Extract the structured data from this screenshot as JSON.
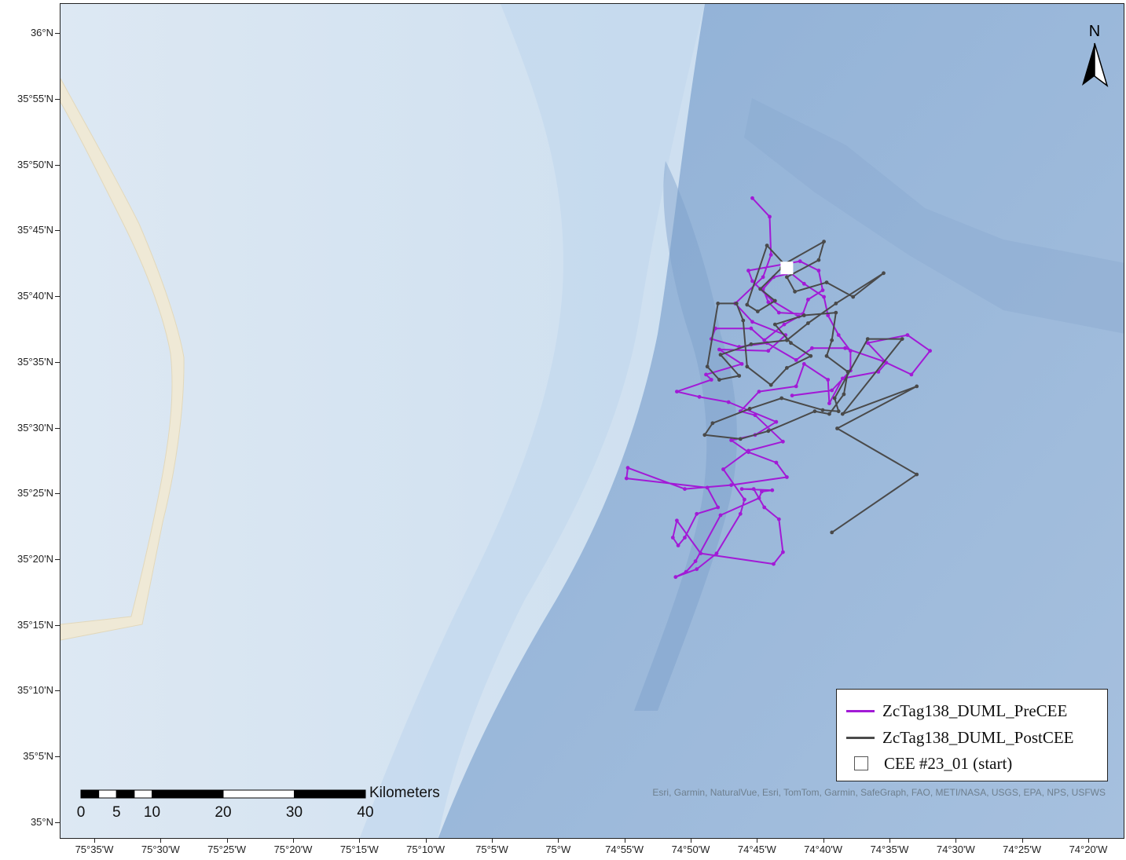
{
  "map": {
    "latitude_labels": [
      {
        "text": "36°N",
        "lat": 36.0
      },
      {
        "text": "35°55'N",
        "lat": 35.9167
      },
      {
        "text": "35°50'N",
        "lat": 35.8333
      },
      {
        "text": "35°45'N",
        "lat": 35.75
      },
      {
        "text": "35°40'N",
        "lat": 35.6667
      },
      {
        "text": "35°35'N",
        "lat": 35.5833
      },
      {
        "text": "35°30'N",
        "lat": 35.5
      },
      {
        "text": "35°25'N",
        "lat": 35.4167
      },
      {
        "text": "35°20'N",
        "lat": 35.3333
      },
      {
        "text": "35°15'N",
        "lat": 35.25
      },
      {
        "text": "35°10'N",
        "lat": 35.1667
      },
      {
        "text": "35°5'N",
        "lat": 35.0833
      },
      {
        "text": "35°N",
        "lat": 35.0
      }
    ],
    "longitude_labels": [
      {
        "text": "75°35'W",
        "lon": -75.5833
      },
      {
        "text": "75°30'W",
        "lon": -75.5
      },
      {
        "text": "75°25'W",
        "lon": -75.4167
      },
      {
        "text": "75°20'W",
        "lon": -75.3333
      },
      {
        "text": "75°15'W",
        "lon": -75.25
      },
      {
        "text": "75°10'W",
        "lon": -75.1667
      },
      {
        "text": "75°5'W",
        "lon": -75.0833
      },
      {
        "text": "75°W",
        "lon": -75.0
      },
      {
        "text": "74°55'W",
        "lon": -74.9167
      },
      {
        "text": "74°50'W",
        "lon": -74.8333
      },
      {
        "text": "74°45'W",
        "lon": -74.75
      },
      {
        "text": "74°40'W",
        "lon": -74.6667
      },
      {
        "text": "74°35'W",
        "lon": -74.5833
      },
      {
        "text": "74°30'W",
        "lon": -74.5
      },
      {
        "text": "74°25'W",
        "lon": -74.4167
      },
      {
        "text": "74°20'W",
        "lon": -74.3333
      }
    ],
    "north_arrow_label": "N",
    "colors": {
      "land": "#efe9d6",
      "shallow_water": "#dbe7f2",
      "shelf_water": "#c4d9ee",
      "slope_water": "#9fbcdc",
      "deep_water": "#8eaed3",
      "pre_cee_track": "#a21ad6",
      "post_cee_track": "#4a4a4a"
    },
    "tracks": {
      "pre_cee": [
        [
          -74.7567,
          35.7917
        ],
        [
          -74.735,
          35.7683
        ],
        [
          -74.7333,
          35.72
        ],
        [
          -74.7433,
          35.6917
        ],
        [
          -74.7783,
          35.6583
        ],
        [
          -74.7567,
          35.635
        ],
        [
          -74.715,
          35.6183
        ],
        [
          -74.7367,
          35.5983
        ],
        [
          -74.7983,
          35.6
        ],
        [
          -74.77,
          35.5817
        ],
        [
          -74.815,
          35.5683
        ],
        [
          -74.8083,
          35.5617
        ],
        [
          -74.8517,
          35.5467
        ],
        [
          -74.8233,
          35.54
        ],
        [
          -74.7867,
          35.5333
        ],
        [
          -74.7267,
          35.5083
        ],
        [
          -74.7533,
          35.4917
        ],
        [
          -74.7833,
          35.485
        ],
        [
          -74.7617,
          35.47
        ],
        [
          -74.7267,
          35.4567
        ],
        [
          -74.7133,
          35.4383
        ],
        [
          -74.7833,
          35.4283
        ],
        [
          -74.8417,
          35.4233
        ],
        [
          -74.9133,
          35.45
        ],
        [
          -74.915,
          35.4367
        ],
        [
          -74.8133,
          35.425
        ],
        [
          -74.8,
          35.4
        ],
        [
          -74.8267,
          35.3917
        ],
        [
          -74.8417,
          35.3617
        ],
        [
          -74.85,
          35.3517
        ],
        [
          -74.8567,
          35.3617
        ],
        [
          -74.8517,
          35.3833
        ],
        [
          -74.8217,
          35.3417
        ],
        [
          -74.73,
          35.3283
        ],
        [
          -74.7183,
          35.3433
        ],
        [
          -74.7233,
          35.385
        ],
        [
          -74.7417,
          35.4
        ],
        [
          -74.755,
          35.4233
        ],
        [
          -74.77,
          35.4233
        ],
        [
          -74.7317,
          35.4217
        ],
        [
          -74.745,
          35.42
        ],
        [
          -74.7483,
          35.4117
        ],
        [
          -74.7967,
          35.39
        ],
        [
          -74.8283,
          35.3317
        ],
        [
          -74.84,
          35.3183
        ],
        [
          -74.8533,
          35.3117
        ],
        [
          -74.8267,
          35.3217
        ],
        [
          -74.8017,
          35.3417
        ],
        [
          -74.7717,
          35.3917
        ],
        [
          -74.7667,
          35.41
        ],
        [
          -74.7933,
          35.4483
        ],
        [
          -74.7617,
          35.4717
        ],
        [
          -74.7183,
          35.4833
        ],
        [
          -74.7533,
          35.5167
        ],
        [
          -74.7717,
          35.5217
        ],
        [
          -74.7483,
          35.5467
        ],
        [
          -74.7017,
          35.5533
        ],
        [
          -74.6917,
          35.5817
        ],
        [
          -74.6617,
          35.5617
        ],
        [
          -74.66,
          35.5317
        ],
        [
          -74.6433,
          35.5633
        ],
        [
          -74.5983,
          35.5717
        ],
        [
          -74.5883,
          35.5833
        ],
        [
          -74.6117,
          35.6083
        ],
        [
          -74.5617,
          35.6183
        ],
        [
          -74.5333,
          35.5983
        ],
        [
          -74.5567,
          35.5683
        ],
        [
          -74.5917,
          35.585
        ],
        [
          -74.64,
          35.6017
        ],
        [
          -74.6817,
          35.6017
        ],
        [
          -74.7017,
          35.5867
        ],
        [
          -74.7383,
          35.6083
        ],
        [
          -74.7733,
          35.6033
        ],
        [
          -74.8083,
          35.6133
        ],
        [
          -74.8033,
          35.6267
        ],
        [
          -74.7583,
          35.6267
        ],
        [
          -74.7417,
          35.6117
        ],
        [
          -74.7167,
          35.6317
        ],
        [
          -74.6983,
          35.6417
        ],
        [
          -74.7317,
          35.6617
        ],
        [
          -74.7567,
          35.6867
        ],
        [
          -74.7617,
          35.7
        ],
        [
          -74.6967,
          35.7117
        ],
        [
          -74.6733,
          35.7
        ],
        [
          -74.6683,
          35.675
        ],
        [
          -74.6867,
          35.6633
        ],
        [
          -74.6933,
          35.645
        ],
        [
          -74.7233,
          35.6467
        ],
        [
          -74.7367,
          35.66
        ],
        [
          -74.7433,
          35.6767
        ],
        [
          -74.73,
          35.6917
        ],
        [
          -74.7083,
          35.6967
        ],
        [
          -74.6917,
          35.6833
        ],
        [
          -74.6667,
          35.6667
        ],
        [
          -74.6617,
          35.6433
        ],
        [
          -74.6483,
          35.6183
        ],
        [
          -74.6333,
          35.5983
        ],
        [
          -74.6333,
          35.5733
        ],
        [
          -74.6567,
          35.5483
        ],
        [
          -74.7067,
          35.5417
        ]
      ],
      "post_cee": [
        [
          -74.72,
          35.7033
        ],
        [
          -74.7467,
          35.6767
        ],
        [
          -74.7283,
          35.6617
        ],
        [
          -74.75,
          35.6483
        ],
        [
          -74.7633,
          35.6567
        ],
        [
          -74.7383,
          35.7317
        ],
        [
          -74.7167,
          35.7083
        ],
        [
          -74.6667,
          35.7367
        ],
        [
          -74.6733,
          35.7133
        ],
        [
          -74.7133,
          35.6917
        ],
        [
          -74.7033,
          35.6733
        ],
        [
          -74.6633,
          35.685
        ],
        [
          -74.63,
          35.6667
        ],
        [
          -74.5917,
          35.6967
        ],
        [
          -74.6517,
          35.6583
        ],
        [
          -74.6867,
          35.6333
        ],
        [
          -74.7133,
          35.6117
        ],
        [
          -74.7583,
          35.6067
        ],
        [
          -74.7967,
          35.5933
        ],
        [
          -74.7733,
          35.5667
        ],
        [
          -74.7983,
          35.5617
        ],
        [
          -74.8133,
          35.5783
        ],
        [
          -74.8,
          35.6583
        ],
        [
          -74.7767,
          35.6583
        ],
        [
          -74.7683,
          35.6367
        ],
        [
          -74.7633,
          35.5783
        ],
        [
          -74.7333,
          35.555
        ],
        [
          -74.7133,
          35.5767
        ],
        [
          -74.6833,
          35.5917
        ],
        [
          -74.7083,
          35.6083
        ],
        [
          -74.7283,
          35.6317
        ],
        [
          -74.6917,
          35.6433
        ],
        [
          -74.6517,
          35.6467
        ],
        [
          -74.6567,
          35.6117
        ],
        [
          -74.6633,
          35.5917
        ],
        [
          -74.6367,
          35.5717
        ],
        [
          -74.6417,
          35.5433
        ],
        [
          -74.66,
          35.5183
        ],
        [
          -74.6783,
          35.5217
        ],
        [
          -74.7367,
          35.4967
        ],
        [
          -74.7717,
          35.4867
        ],
        [
          -74.8167,
          35.4917
        ],
        [
          -74.8067,
          35.5067
        ],
        [
          -74.76,
          35.525
        ],
        [
          -74.72,
          35.5383
        ],
        [
          -74.6683,
          35.5233
        ],
        [
          -74.6483,
          35.5217
        ],
        [
          -74.6533,
          35.5383
        ],
        [
          -74.6117,
          35.6133
        ],
        [
          -74.5683,
          35.6133
        ],
        [
          -74.6433,
          35.5183
        ],
        [
          -74.55,
          35.5533
        ],
        [
          -74.65,
          35.5
        ],
        [
          -74.55,
          35.4417
        ],
        [
          -74.6567,
          35.3683
        ]
      ],
      "cee_start": [
        -74.7133,
        35.7033
      ]
    },
    "scale_bar": {
      "unit": "Kilometers",
      "labels": [
        "0",
        "5",
        "10",
        "20",
        "30",
        "40"
      ]
    },
    "attribution": "Esri, Garmin, NaturalVue, Esri, TomTom, Garmin, SafeGraph, FAO, METI/NASA, USGS, EPA, NPS, USFWS"
  },
  "legend": {
    "items": [
      {
        "label": "ZcTag138_DUML_PreCEE",
        "color": "#a21ad6",
        "kind": "line"
      },
      {
        "label": "ZcTag138_DUML_PostCEE",
        "color": "#4a4a4a",
        "kind": "line"
      },
      {
        "label": "CEE #23_01 (start)",
        "color": "#ffffff",
        "kind": "box"
      }
    ]
  }
}
